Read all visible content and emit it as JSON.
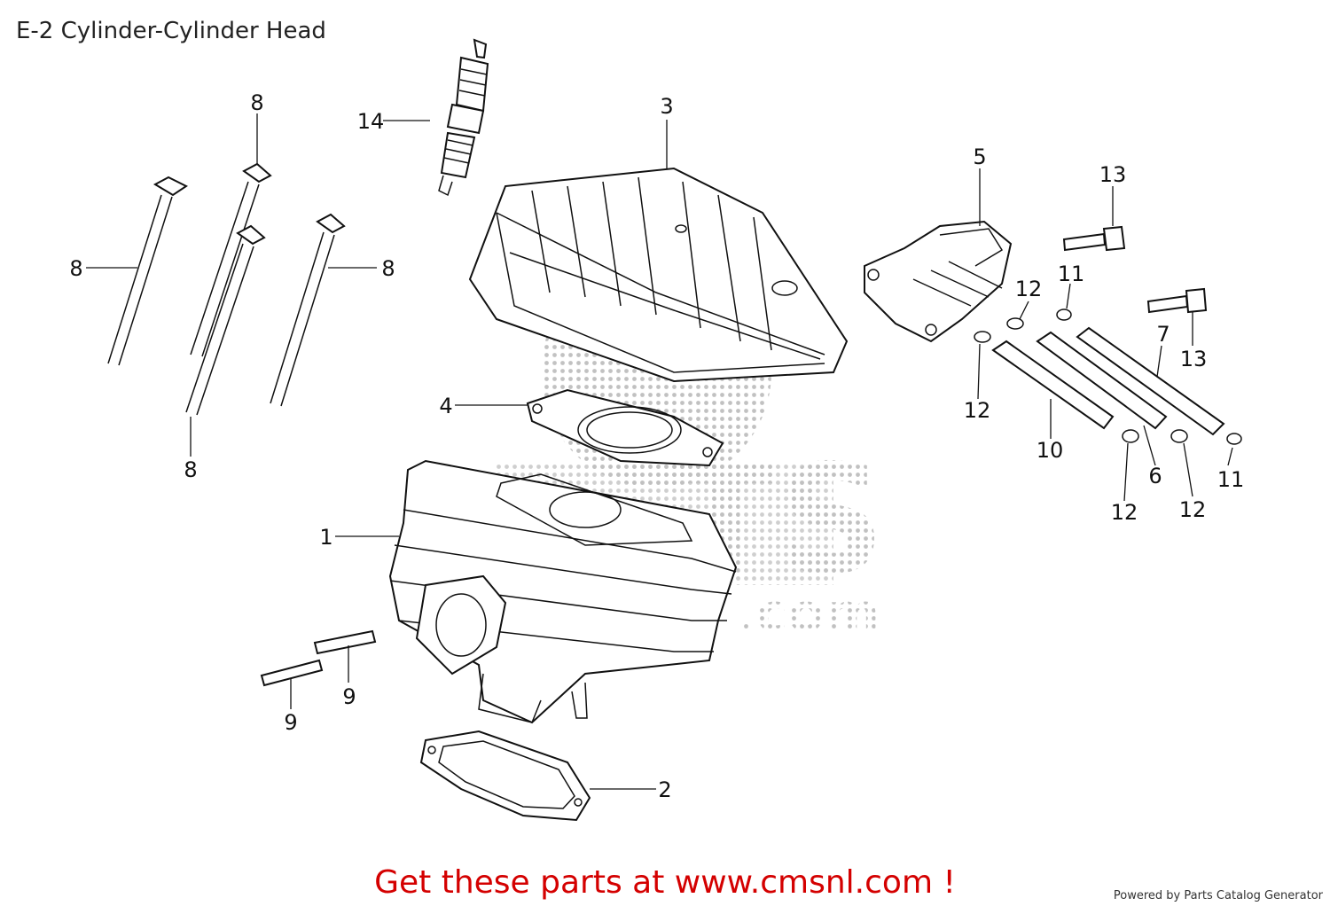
{
  "diagram": {
    "title": "E-2 Cylinder-Cylinder Head",
    "callouts": [
      "1",
      "2",
      "3",
      "4",
      "5",
      "6",
      "7",
      "8",
      "9",
      "10",
      "11",
      "12",
      "13",
      "14"
    ]
  },
  "watermark": {
    "letters": "TS",
    "suffix": ".com"
  },
  "cta": "Get these parts at www.cmsnl.com !",
  "footer": "Powered by Parts Catalog Generator",
  "colors": {
    "cta": "#d40000",
    "line": "#111111",
    "watermark": "#bbbbbb"
  }
}
